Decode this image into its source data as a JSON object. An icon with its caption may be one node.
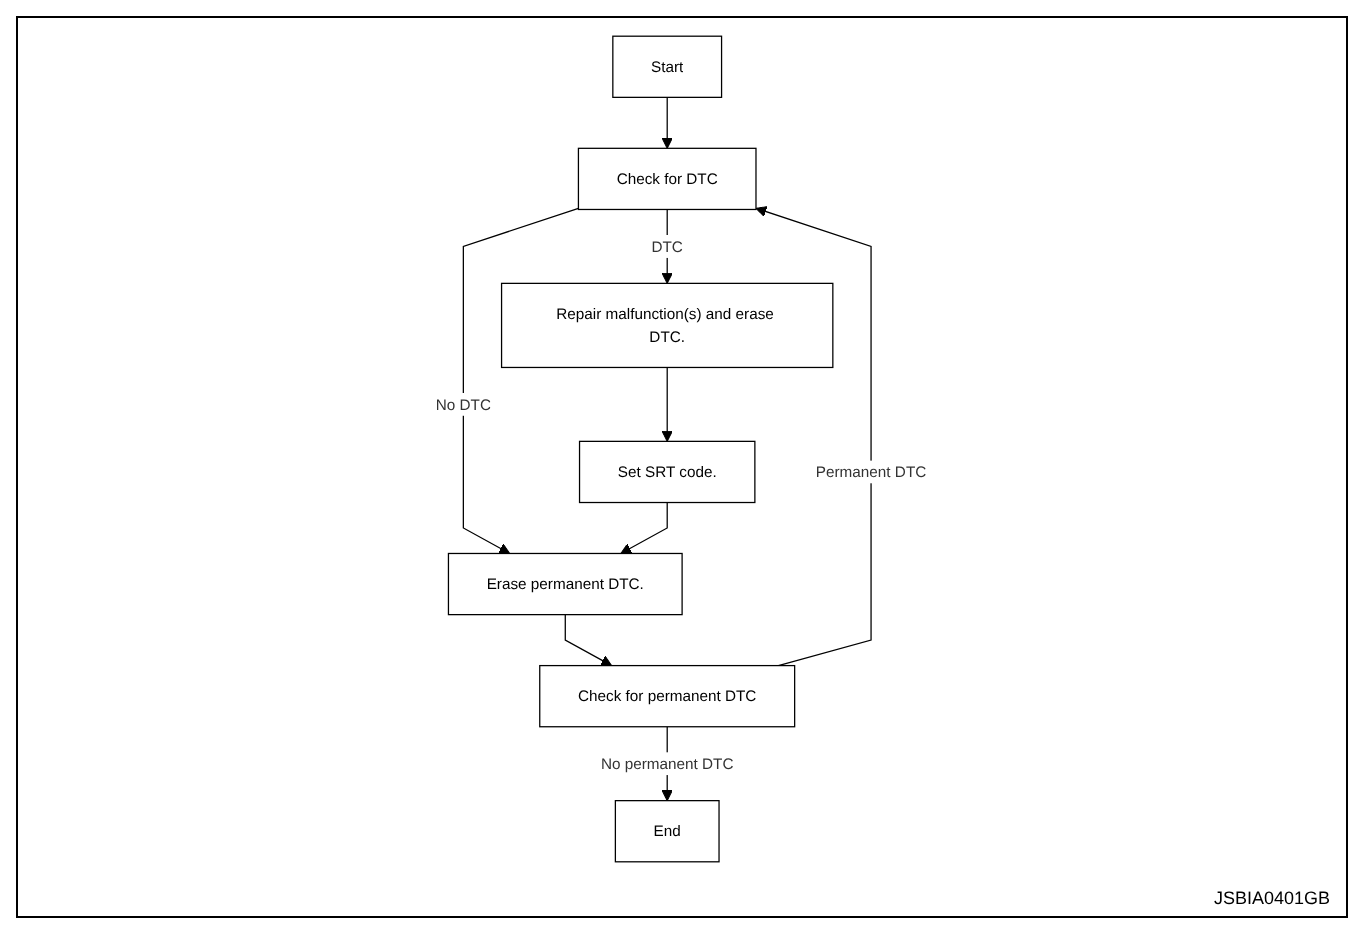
{
  "diagram": {
    "nodes": [
      {
        "text": [
          "Start"
        ]
      },
      {
        "text": [
          "Check for DTC"
        ]
      },
      {
        "text": [
          "Repair malfunction(s) and erase DTC."
        ]
      },
      {
        "text": [
          "Erase permanent DTC."
        ]
      },
      {
        "text": [
          "Set SRT code."
        ]
      },
      {
        "text": [
          "Check for permanent DTC"
        ]
      },
      {
        "text": [
          "End"
        ]
      }
    ],
    "edges": [
      {
        "from": 0,
        "to": 1,
        "arrow": "to"
      },
      {
        "from": 1,
        "to": 2,
        "arrow": "to",
        "label": "DTC"
      },
      {
        "from": 1,
        "to": 3,
        "arrow": "to",
        "label": "No DTC"
      },
      {
        "from": 2,
        "to": 4,
        "arrow": "to"
      },
      {
        "from": 4,
        "to": 3,
        "arrow": "to"
      },
      {
        "from": 3,
        "to": 5,
        "arrow": "to"
      },
      {
        "from": 5,
        "to": 1,
        "arrow": "to",
        "label": "Permanent DTC"
      },
      {
        "from": 5,
        "to": 6,
        "arrow": "to",
        "label": "No permanent DTC"
      }
    ],
    "labels": [
      "JSBIA0401GB"
    ]
  }
}
